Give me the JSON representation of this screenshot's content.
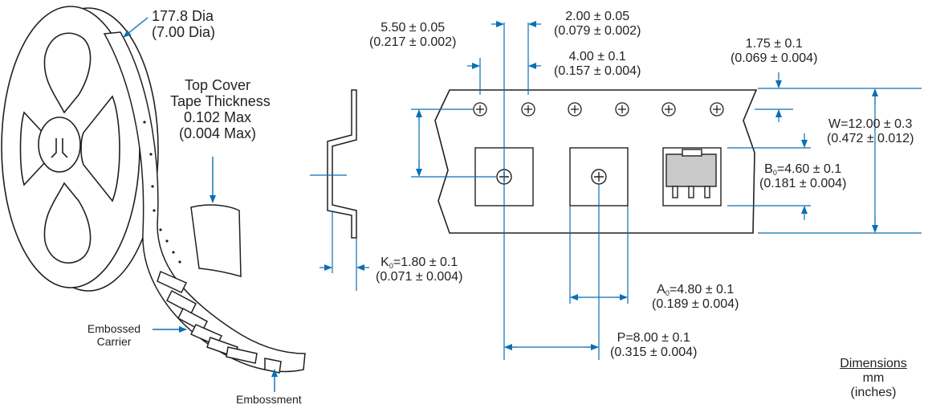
{
  "colors": {
    "arrow": "#0a6fb5",
    "line": "#231f20",
    "tape_fill": "#ffffff"
  },
  "reel": {
    "diameter_mm": "177.8 Dia",
    "diameter_in": "(7.00 Dia)",
    "cover_tape": [
      "Top Cover",
      "Tape Thickness",
      "0.102 Max",
      "(0.004 Max)"
    ],
    "embossed_carrier": [
      "Embossed",
      "Carrier"
    ],
    "embossment": "Embossment"
  },
  "dims": {
    "d550": {
      "mm": "5.50 ± 0.05",
      "in": "(0.217 ± 0.002)"
    },
    "d200": {
      "mm": "2.00 ± 0.05",
      "in": "(0.079 ± 0.002)"
    },
    "d400": {
      "mm": "4.00 ± 0.1",
      "in": "(0.157 ± 0.004)"
    },
    "d175": {
      "mm": "1.75 ± 0.1",
      "in": "(0.069 ± 0.004)"
    },
    "w": {
      "mm": "W=12.00 ± 0.3",
      "in": "(0.472 ± 0.012)"
    },
    "b0": {
      "prefix": "B",
      "sub": "0",
      "mm": "=4.60 ± 0.1",
      "in": "(0.181 ± 0.004)"
    },
    "k0": {
      "prefix": "K",
      "sub": "0",
      "mm": "=1.80 ± 0.1",
      "in": "(0.071 ± 0.004)"
    },
    "a0": {
      "prefix": "A",
      "sub": "0",
      "mm": "=4.80 ± 0.1",
      "in": "(0.189 ± 0.004)"
    },
    "p": {
      "mm": "P=8.00 ± 0.1",
      "in": "(0.315 ± 0.004)"
    }
  },
  "units_note": {
    "title": "Dimensions",
    "unit": "mm",
    "alt_unit": "(inches)"
  }
}
